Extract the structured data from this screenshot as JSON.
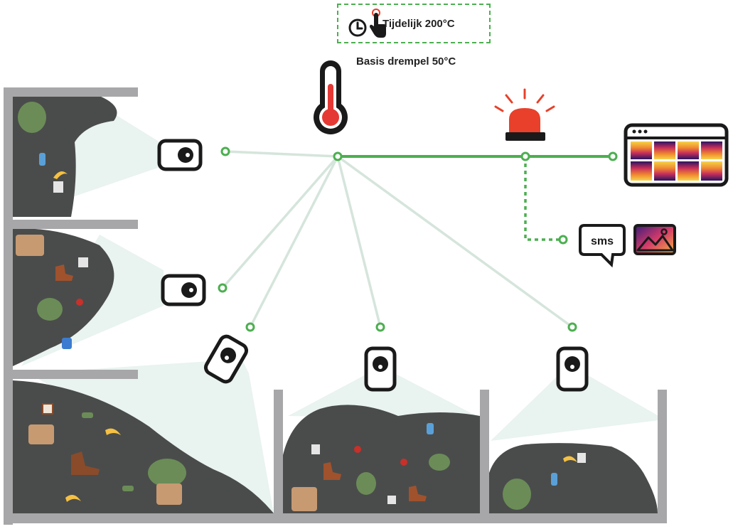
{
  "temporary_threshold_label": "Tijdelijk 200°C",
  "base_threshold_label": "Basis drempel 50°C",
  "sms_label": "sms",
  "colors": {
    "accent_green": "#4caf50",
    "line_light": "#d5e5dc",
    "alarm_red": "#e8402a",
    "thermo_red": "#e53935",
    "wall_gray": "#a7a7a9",
    "waste_dark": "#4a4c4b",
    "cone_fill": "#e9f3f0",
    "icon_dark": "#1a1a1a"
  },
  "icons": {
    "timer": "clock-icon",
    "manual_override": "hand-pointer-icon",
    "thermometer": "thermometer-icon",
    "alarm": "siren-icon",
    "dashboard": "browser-window-icon",
    "sms": "sms-bubble-icon",
    "image": "thermal-image-icon",
    "camera": "thermal-camera-icon"
  }
}
